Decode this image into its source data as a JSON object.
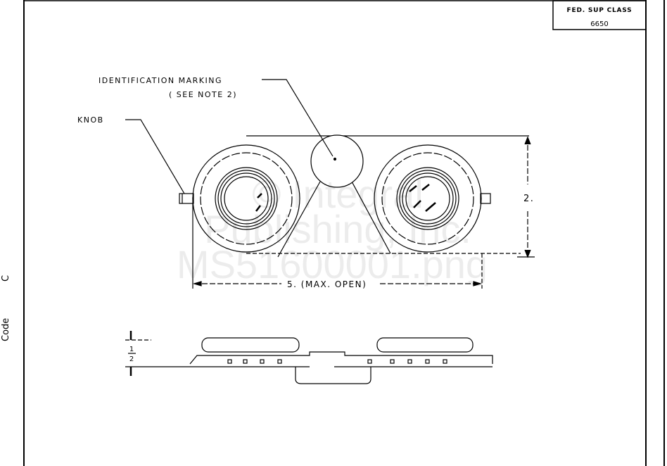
{
  "title_block": {
    "header": "FED. SUP CLASS",
    "value": "6650"
  },
  "margin_text": {
    "code_label": "Code",
    "code_value": "C"
  },
  "callouts": {
    "identification": "IDENTIFICATION MARKING",
    "note": "( SEE NOTE 2)",
    "knob": "KNOB"
  },
  "dimensions": {
    "height": "2.",
    "width": "5. (MAX. OPEN)",
    "thickness_num": "1",
    "thickness_den": "2"
  },
  "watermark": {
    "line1": "© Integral",
    "line2": "Publishing, Inc.",
    "line3": "MS51600001.png"
  }
}
